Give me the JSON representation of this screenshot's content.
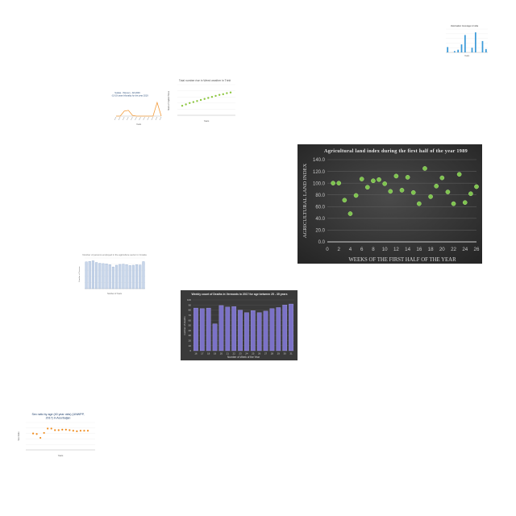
{
  "chart_data": [
    {
      "id": "c1",
      "type": "bar",
      "title": "Vaccination Coverage in India",
      "xlabel": "Years",
      "ylabel": "",
      "categories": [
        "",
        "",
        "",
        "",
        "",
        "",
        "",
        "",
        "",
        "",
        "",
        ""
      ],
      "values": [
        8,
        0,
        2,
        4,
        12,
        26,
        0,
        7,
        30,
        0,
        17,
        5
      ],
      "ylim": [
        0,
        35
      ],
      "color": "#3a9ad9",
      "grid": true
    },
    {
      "id": "c2",
      "type": "line",
      "title": "Suides - Women - DA 2000 - Age 15-19 years Mortality for the year 2019",
      "xlabel": "Years",
      "ylabel": "",
      "categories": [
        "",
        "",
        "",
        "",
        "",
        "",
        "",
        "",
        "",
        "",
        "",
        ""
      ],
      "values": [
        0,
        0,
        14,
        16,
        2,
        0,
        0,
        0,
        0,
        0,
        38,
        0
      ],
      "ylim": [
        0,
        45
      ],
      "color": "#f39c3c"
    },
    {
      "id": "c3",
      "type": "scatter",
      "title": "Total number rise in Weed weather in Trinit",
      "xlabel": "Years",
      "ylabel": "Stock of Capital Prices",
      "x": [
        1,
        2,
        3,
        4,
        5,
        6,
        7,
        8,
        9,
        10,
        11,
        12,
        13,
        14
      ],
      "y": [
        28,
        32,
        36,
        39,
        42,
        45,
        48,
        51,
        54,
        57,
        60,
        62,
        65,
        67
      ],
      "ylim": [
        0,
        90
      ],
      "color": "#8cc63f"
    },
    {
      "id": "c4",
      "type": "scatter",
      "title": "Agricultural land index during the first half of the year 1989",
      "xlabel": "WEEKS OF THE FIRST HALF OF THE YEAR",
      "ylabel": "AGRICULTURAL LAND INDEX",
      "x": [
        1,
        2,
        3,
        4,
        5,
        6,
        7,
        8,
        9,
        10,
        11,
        12,
        13,
        14,
        15,
        16,
        17,
        18,
        19,
        20,
        21,
        22,
        23,
        24,
        25,
        26
      ],
      "y": [
        100,
        100,
        71,
        48,
        79,
        107,
        93,
        104,
        106,
        99,
        86,
        112,
        88,
        110,
        84,
        65,
        125,
        77,
        95,
        109,
        85,
        65,
        115,
        67,
        82,
        94
      ],
      "xticks": [
        "0",
        "2",
        "4",
        "6",
        "8",
        "10",
        "12",
        "14",
        "16",
        "18",
        "20",
        "22",
        "24",
        "26"
      ],
      "yticks": [
        "0.0",
        "20.0",
        "40.0",
        "60.0",
        "80.0",
        "100.0",
        "120.0",
        "140.0"
      ],
      "xlim": [
        0,
        26
      ],
      "ylim": [
        0,
        140
      ],
      "color": "#7ec44f",
      "background": "#2f2f2f",
      "grid": true
    },
    {
      "id": "c5",
      "type": "bar",
      "title": "Number of persons employed in the agriculture sector in Croatia",
      "xlabel": "Number of Years",
      "ylabel": "Number of Persons",
      "categories": [
        "",
        "",
        "",
        "",
        "",
        "",
        "",
        "",
        "",
        "",
        "",
        "",
        "",
        "",
        "",
        "",
        "",
        ""
      ],
      "values": [
        96,
        98,
        100,
        94,
        91,
        90,
        89,
        86,
        78,
        84,
        87,
        88,
        86,
        83,
        84,
        86,
        85,
        97
      ],
      "ylim": [
        0,
        110
      ],
      "color": "#c8d6ea"
    },
    {
      "id": "c6",
      "type": "bar",
      "title": "Weekly count of Deaths in Vermonts in 2017 for age between 25 - 35 years",
      "xlabel": "Number of Week of the Year",
      "ylabel": "number of deaths",
      "categories": [
        "16",
        "17",
        "18",
        "19",
        "20",
        "21",
        "22",
        "23",
        "24",
        "25",
        "26",
        "27",
        "28",
        "29",
        "30",
        "31"
      ],
      "values": [
        84,
        83,
        84,
        53,
        89,
        86,
        87,
        80,
        75,
        79,
        75,
        78,
        83,
        85,
        90,
        92
      ],
      "yticks": [
        "0",
        "10",
        "20",
        "30",
        "40",
        "50",
        "60",
        "70",
        "80",
        "90",
        "100"
      ],
      "ylim": [
        0,
        100
      ],
      "color": "#7b72c7",
      "background": "#3a3a3a"
    },
    {
      "id": "c7",
      "type": "scatter",
      "title": "Sex ratio by age (40 year olds) (UNWPP, 2017) in Azerbaijan",
      "xlabel": "Years",
      "ylabel": "Sex Ratio",
      "x": [
        1993,
        1994,
        1995,
        1996,
        1997,
        1998,
        1999,
        2000,
        2001,
        2002,
        2003,
        2004,
        2005,
        2006,
        2007,
        2008
      ],
      "y": [
        90,
        89,
        82,
        91,
        99,
        99,
        96,
        96,
        97,
        97,
        96,
        95,
        94,
        95,
        95,
        95
      ],
      "ylim": [
        60,
        110
      ],
      "color": "#f08c1e"
    }
  ]
}
